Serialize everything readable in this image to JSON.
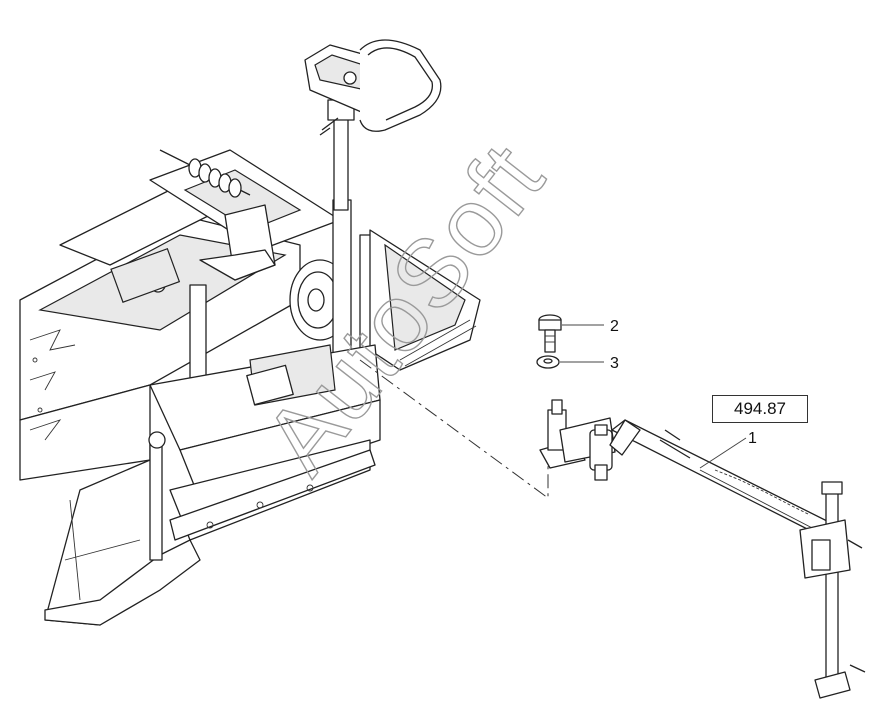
{
  "diagram": {
    "reference_number": "494.87",
    "watermark": "AutoSoft",
    "callouts": [
      {
        "label": "1"
      },
      {
        "label": "2"
      },
      {
        "label": "3"
      }
    ]
  }
}
